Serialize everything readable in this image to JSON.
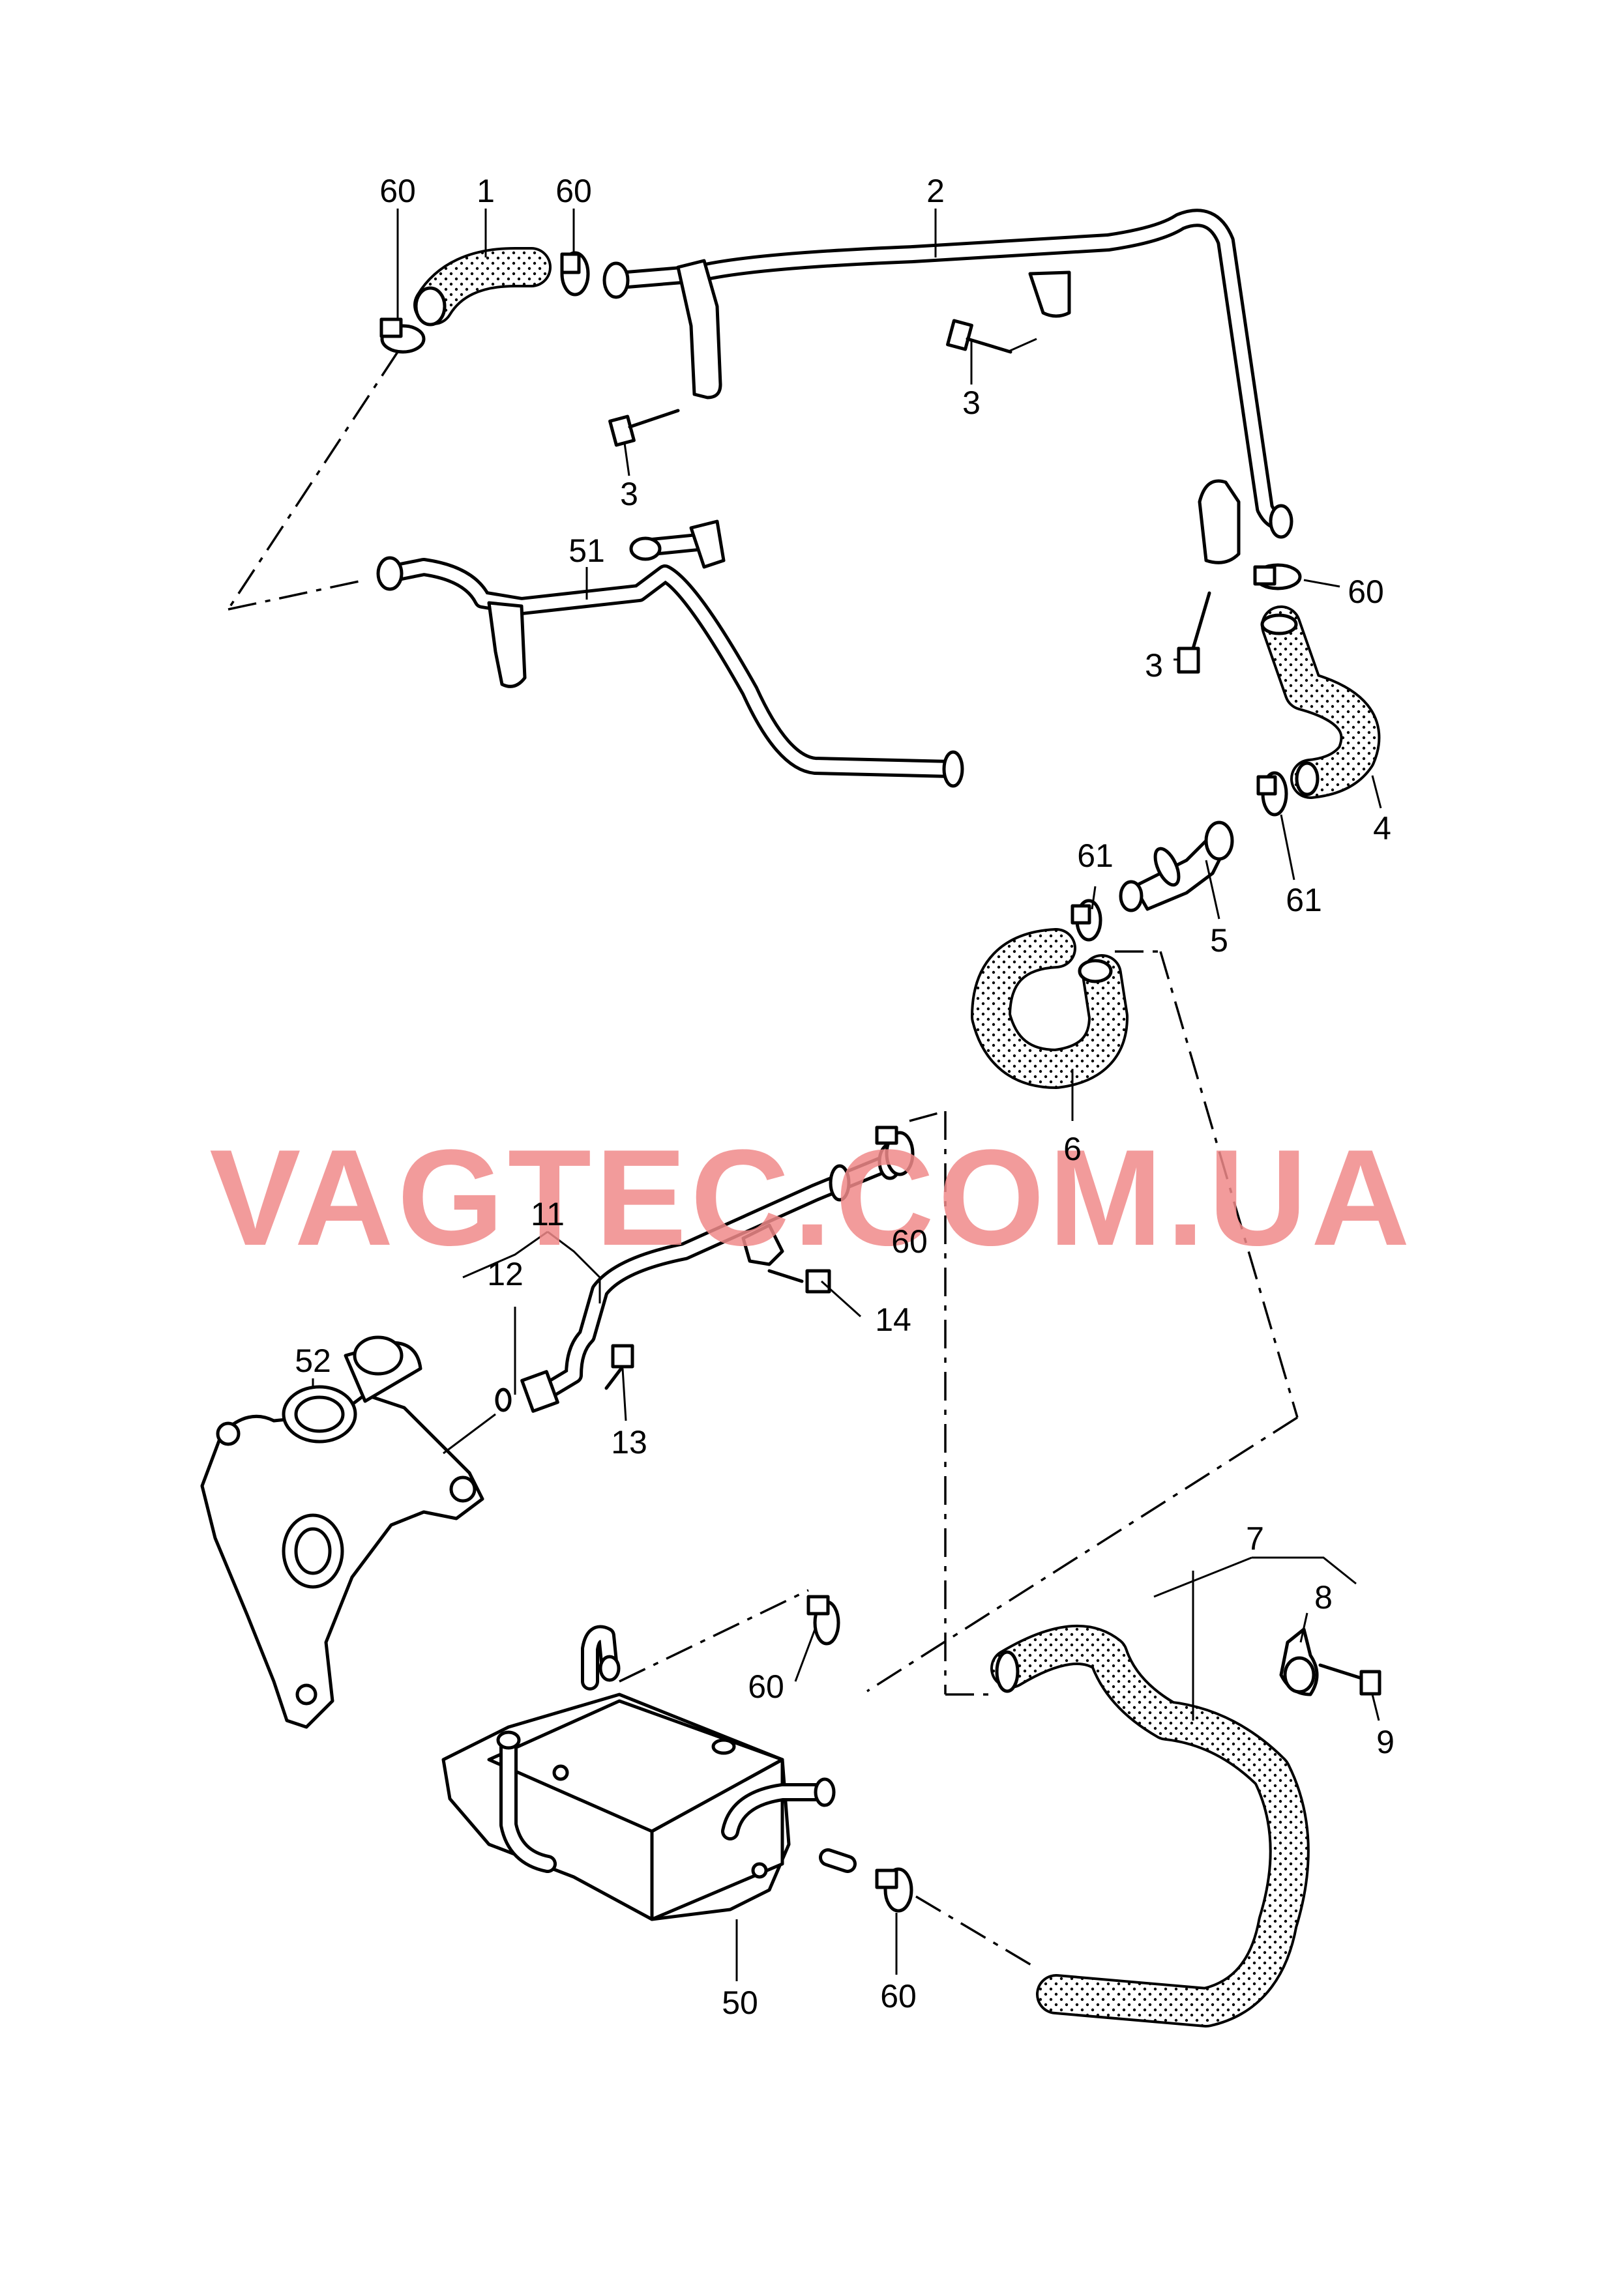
{
  "watermark": "VAGTEC.COM.UA",
  "callouts": {
    "c60a": "60",
    "c1": "1",
    "c60b": "60",
    "c2": "2",
    "c3a": "3",
    "c3b": "3",
    "c60c": "60",
    "c3c": "3",
    "c51": "51",
    "c4": "4",
    "c61a": "61",
    "c61b": "61",
    "c5": "5",
    "c6": "6",
    "c11": "11",
    "c12": "12",
    "c60d": "60",
    "c14": "14",
    "c52": "52",
    "c13": "13",
    "c7": "7",
    "c8": "8",
    "c9": "9",
    "c60e": "60",
    "c50": "50",
    "c60f": "60"
  },
  "icons": {
    "hose": "dotted-hose-icon",
    "pipe": "coolant-pipe-icon",
    "clamp": "hose-clamp-icon",
    "bolt": "bolt-icon",
    "valve": "check-valve-icon",
    "cooler": "oil-cooler-icon",
    "housing": "coolant-housing-icon"
  },
  "colors": {
    "watermark": "#f08a8a",
    "line": "#000000",
    "background": "#ffffff"
  }
}
